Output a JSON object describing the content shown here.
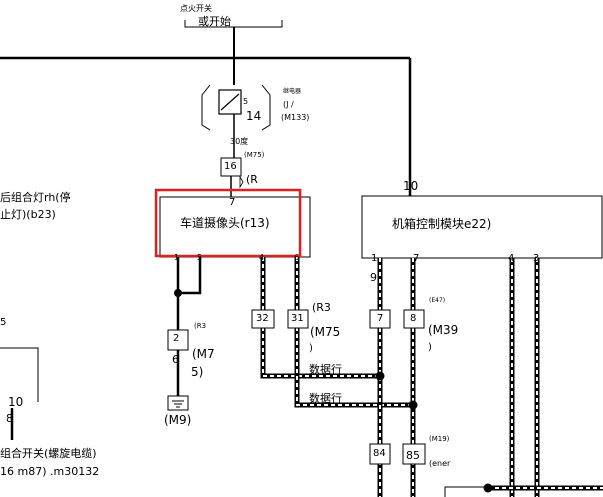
{
  "top": {
    "ignition_small": "点火开关",
    "ignition_main": "或开始"
  },
  "relay": {
    "pin_top": "5",
    "pin_box": "14",
    "note_small": "继电器",
    "note_line1": "(J /",
    "note_line2": "(M133)",
    "pin_bottom": "30度"
  },
  "connector_16": {
    "pin": "16",
    "ref": "(M75)",
    "sub": "(R"
  },
  "camera": {
    "pin_top": "7",
    "label": "车道摄像头(r13)",
    "pins": [
      "1",
      "5",
      "4",
      "6"
    ],
    "highlight_color": "#e02020"
  },
  "ecm": {
    "pin_top": "10",
    "label": "机箱控制模块e22)",
    "pins": [
      "1",
      "7",
      "4",
      "3"
    ],
    "pin_sub": "9"
  },
  "left": {
    "tail_lamp_line1": "后组合灯rh(停",
    "tail_lamp_line2": "止灯)(b23)",
    "edge_mark": "5",
    "pin_10": "10",
    "pin_8": "8",
    "switch_line1": "组合开关(螺旋电缆)",
    "switch_line2": "16 m87) .m30132"
  },
  "ground": {
    "pin": "2",
    "ref_small": "(R3",
    "pin_sub": "6",
    "ref_line1": "(M7",
    "ref_line2": "5)",
    "ground_label": "(M9)"
  },
  "data_connectors": {
    "pin_32": "32",
    "pin_31": "31",
    "ref_line1": "(R3",
    "ref_line2": "(M75",
    "ref_line3": ")",
    "data_label_1": "数据行",
    "data_label_2": "数据行"
  },
  "ecm_connectors": {
    "pin_7": "7",
    "pin_8": "8",
    "ref_small": "(E47)",
    "ref_line1": "(M39",
    "ref_line2": ")"
  },
  "bottom_connectors": {
    "pin_84": "84",
    "pin_85": "85",
    "ref_small": "(M19)",
    "ref_line1": "(ener"
  }
}
